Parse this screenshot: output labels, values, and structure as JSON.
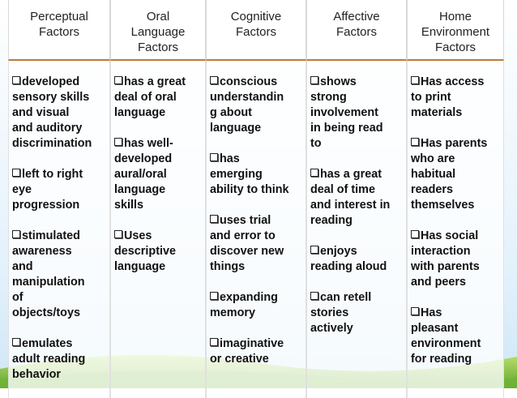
{
  "columns": [
    {
      "header": "Perceptual\nFactors",
      "items": [
        "developed\nsensory skills\nand visual\nand auditory\ndiscrimination",
        "left to right\neye\nprogression",
        "stimulated\nawareness\nand\nmanipulation\nof\nobjects/toys",
        "emulates\nadult reading\nbehavior"
      ]
    },
    {
      "header": "Oral\nLanguage\nFactors",
      "items": [
        "has a great\ndeal of oral\nlanguage",
        "has well-\ndeveloped\naural/oral\nlanguage\nskills",
        "Uses\ndescriptive\nlanguage"
      ]
    },
    {
      "header": "Cognitive\nFactors",
      "items": [
        "conscious\nunderstandin\ng about\nlanguage",
        "has\nemerging\nability to think",
        "uses trial\nand error to\ndiscover new\nthings",
        "expanding\nmemory",
        "imaginative\nor creative"
      ]
    },
    {
      "header": "Affective\nFactors",
      "items": [
        "shows\nstrong\ninvolvement\nin being read\nto",
        "has a great\ndeal of time\nand interest in\nreading",
        "enjoys\nreading aloud",
        "can retell\nstories\nactively"
      ]
    },
    {
      "header": "Home\nEnvironment\nFactors",
      "items": [
        "Has access\nto print\nmaterials",
        "Has parents\nwho are\nhabitual\nreaders\nthemselves",
        "Has social\ninteraction\nwith parents\nand peers",
        "Has\npleasant\nenvironment\nfor reading"
      ]
    }
  ],
  "colors": {
    "header_rule": "#c07a3a",
    "grass": "#8cc63f",
    "sky": "#dff0fb"
  }
}
